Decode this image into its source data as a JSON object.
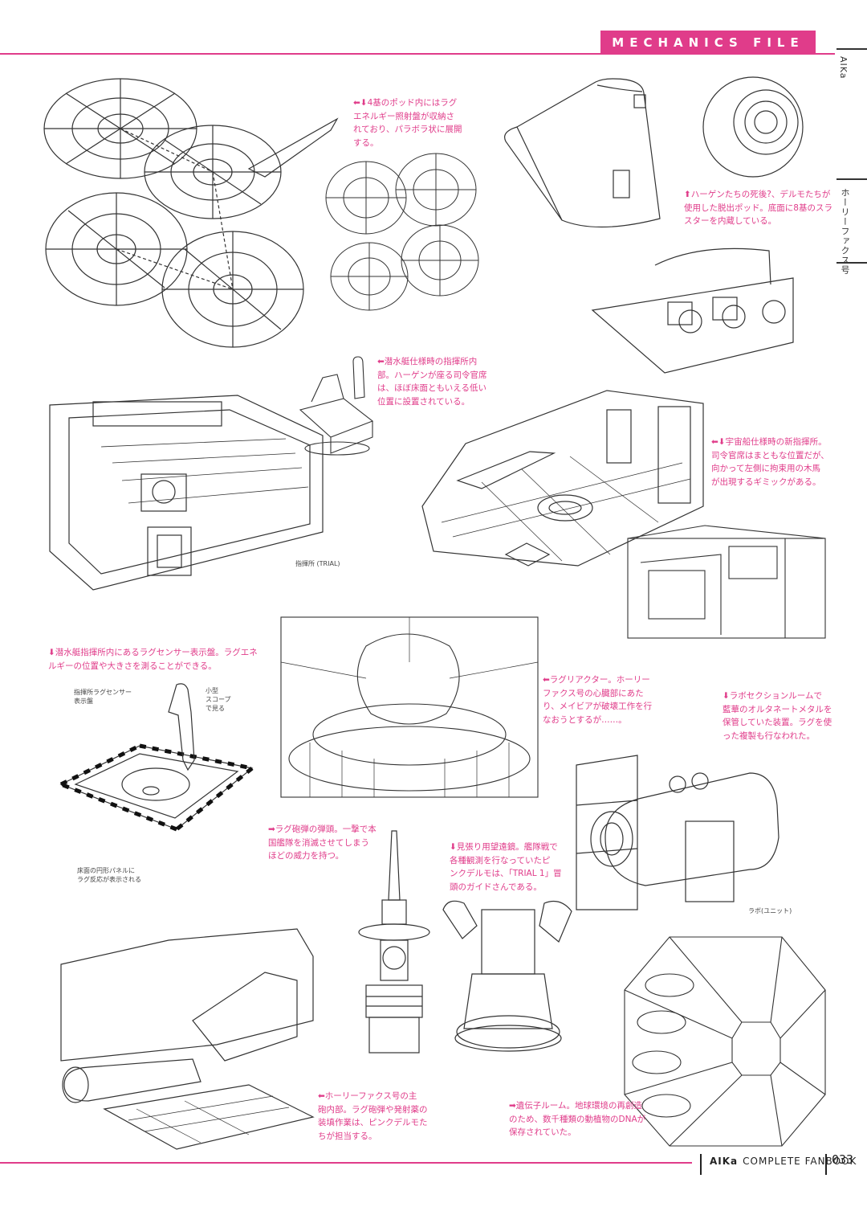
{
  "header": {
    "title": "MECHANICS FILE"
  },
  "side": {
    "series": "AIKa",
    "chapter": "ホーリーファクス号"
  },
  "footer": {
    "brand": "AIKa",
    "book": "COMPLETE FANBOOK",
    "page": "033"
  },
  "captions": {
    "pods": "⬅⬇4基のポッド内にはラグ\nエネルギー照射盤が収納さ\nれており、パラボラ状に展開\nする。",
    "escape": "⬆ハーゲンたちの死後?、デルモたちが\n使用した脱出ポッド。底面に8基のスラ\nスターを内蔵している。",
    "bridge_sub": "⬅潜水艇仕様時の指揮所内\n部。ハーゲンが座る司令官席\nは、ほぼ床面ともいえる低い\n位置に設置されている。",
    "bridge_space": "⬅⬇宇宙船仕様時の新指揮所。\n司令官席はまともな位置だが、\n向かって左側に拘束用の木馬\nが出現するギミックがある。",
    "lagsensor": "⬇潜水艇指揮所内にあるラグセンサー表示盤。ラグエネ\nルギーの位置や大きさを測ることができる。",
    "reactor": "⬅ラグリアクター。ホーリー\nファクス号の心臓部にあた\nり、メイビアが破壊工作を行\nなおうとするが……。",
    "labsection": "⬇ラボセクションルームで\n藍華のオルタネートメタルを\n保管していた装置。ラグを使\nった複製も行なわれた。",
    "shell": "➡ラグ砲弾の弾頭。一撃で本\n国艦隊を消滅させてしまう\nほどの威力を持つ。",
    "telescope": "⬇見張り用望遠鏡。艦隊戦で\n各種観測を行なっていたピ\nンクデルモは、「TRIAL 1」冒\n頭のガイドさんである。",
    "cannon": "⬅ホーリーファクス号の主\n砲内部。ラグ砲弾や発射薬の\n装填作業は、ピンクデルモた\nちが担当する。",
    "gene": "➡遺伝子ルーム。地球環境の再創造\nのため、数千種類の動植物のDNAが\n保存されていた。"
  },
  "sketch_notes": {
    "lagsensor_title": "指揮所ラグセンサー\n表示盤",
    "lagsensor_side": "小型\nスコープ\nで見る",
    "lagsensor_bottom": "床面の円形パネルに\nラグ反応が表示される",
    "bridge_label": "指揮所 (TRIAL)",
    "lab_label": "ラボ(ユニット)"
  },
  "colors": {
    "accent": "#e03c8a",
    "ink": "#222222"
  },
  "icons": [
    "arrow-left-icon",
    "arrow-down-icon",
    "arrow-up-icon",
    "arrow-right-icon"
  ]
}
